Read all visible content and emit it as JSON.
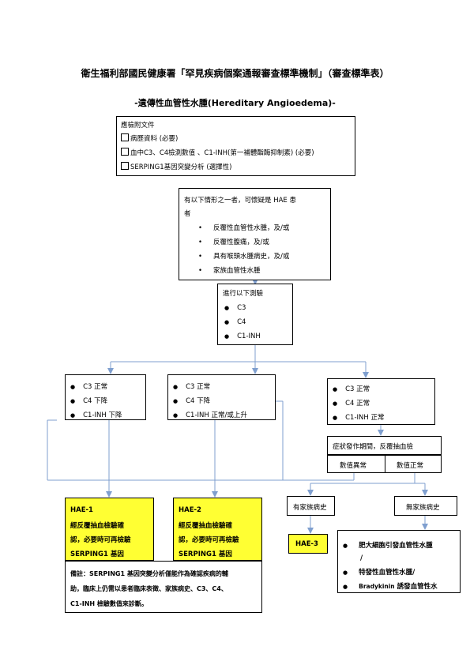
{
  "title": "衛生福利部國民健康署「罕見疾病個案通報審查標準機制」（審查標準表）",
  "subtitle": "-遺傳性血管性水腫(Hereditary Angioedema)-",
  "documents": {
    "heading": "應檢附文件",
    "items": [
      "病歷資料 (必要)",
      "血中C3、C4檢測數值 、C1-INH(第一補體酯酶抑制素) (必要)",
      "SERPING1基因突變分析 (選擇性)"
    ]
  },
  "suspect": {
    "intro_line1": "有以下情形之一者，可懷疑是 HAE 患",
    "intro_line2": "者",
    "items": [
      "反覆性血管性水腫，及/或",
      "反覆性腹痛，及/或",
      "具有喉頭水腫病史，及/或",
      "家族血管性水腫"
    ]
  },
  "tests": {
    "heading": "進行以下測驗",
    "items": [
      "C3",
      "C4",
      "C1-INH"
    ]
  },
  "branch1": {
    "items": [
      "C3 正常",
      "C4 下降",
      "C1-INH  下降"
    ]
  },
  "branch2": {
    "items": [
      "C3 正常",
      "C4 下降",
      "C1-INH  正常/或上升"
    ]
  },
  "branch3": {
    "items": [
      "C3 正常",
      "C4 正常",
      "C1-INH  正常"
    ]
  },
  "recheck": {
    "label": "症狀發作期間，反覆抽血檢",
    "abnormal": "數值異常",
    "normal": "數值正常"
  },
  "family": {
    "yes": "有家族病史",
    "no": "無家族病史"
  },
  "hae1": {
    "title": "HAE-1",
    "line1": "經反覆抽血檢驗確",
    "line2": "認，必要時可再檢驗",
    "line3": "SERPING1 基因"
  },
  "hae2": {
    "title": "HAE-2",
    "line1": "經反覆抽血檢驗確",
    "line2": "認，必要時可再檢驗",
    "line3": "SERPING1 基因"
  },
  "hae3": {
    "title": "HAE-3"
  },
  "note": {
    "line1": "備註：SERPING1 基因突變分析僅能作為確認疾病的輔",
    "line2": "助，臨床上仍需以患者臨床表徵、家族病史、C3、C4、",
    "line3": "C1-INH 檢驗數值來診斷。"
  },
  "other": {
    "line1": "肥大細胞引發血管性水腫",
    "line1b": "/",
    "line2": "特發性血管性水腫/",
    "line3a": "Bradykinin",
    "line3b": " 誘發血管性水"
  },
  "colors": {
    "arrow": "#7f9fcf",
    "highlight": "#ffff33"
  }
}
